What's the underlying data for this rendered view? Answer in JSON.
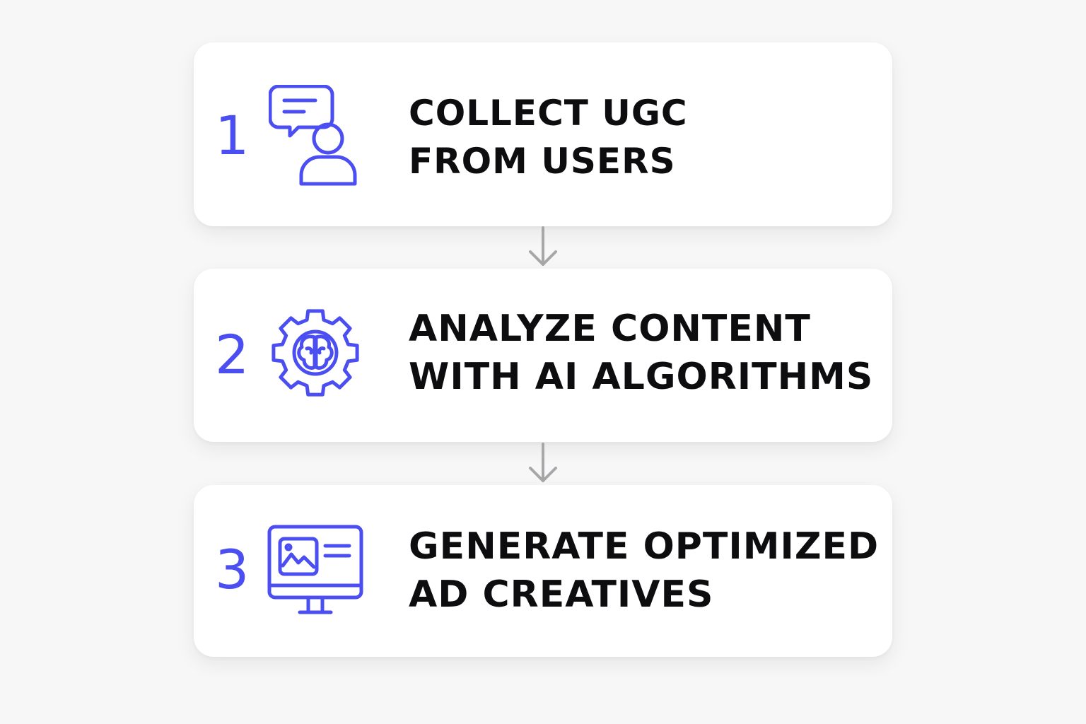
{
  "colors": {
    "accent": "#4b4ef0",
    "arrow": "#a7a7aa",
    "text": "#0d0d0f",
    "card": "#ffffff",
    "background": "#f7f7f8"
  },
  "steps": [
    {
      "number": "1",
      "icon": "chat-user-icon",
      "label_lines": [
        "COLLECT UGC",
        "FROM USERS"
      ]
    },
    {
      "number": "2",
      "icon": "gear-brain-icon",
      "label_lines": [
        "ANALYZE CONTENT",
        "WITH AI ALGORITHMS"
      ]
    },
    {
      "number": "3",
      "icon": "monitor-image-icon",
      "label_lines": [
        "GENERATE OPTIMIZED",
        "AD CREATIVES"
      ]
    }
  ],
  "connectors": [
    {
      "icon": "arrow-down-icon"
    },
    {
      "icon": "arrow-down-icon"
    }
  ]
}
